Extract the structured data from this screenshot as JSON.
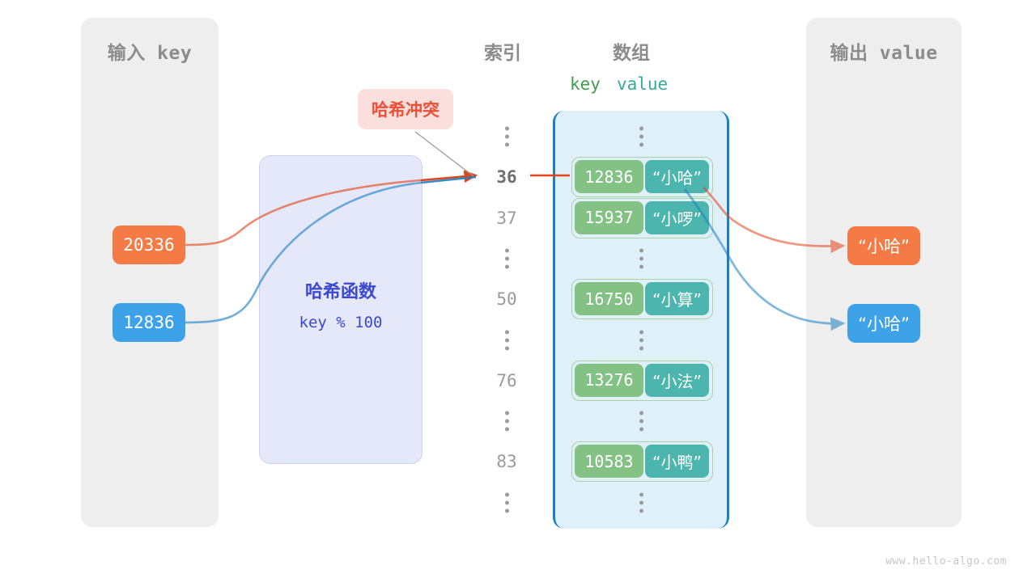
{
  "panels": {
    "input": {
      "title": "输入 key"
    },
    "output": {
      "title": "输出 value"
    }
  },
  "headings": {
    "index": "索引",
    "array": "数组",
    "key": "key",
    "value": "value"
  },
  "hash_function": {
    "title": "哈希函数",
    "formula": "key % 100"
  },
  "collision": {
    "label": "哈希冲突"
  },
  "input_keys": [
    {
      "value": "20336",
      "color": "#f47b45"
    },
    {
      "value": "12836",
      "color": "#3da2e8"
    }
  ],
  "output_values": [
    {
      "value": "“小哈”",
      "color": "#f47b45"
    },
    {
      "value": "“小哈”",
      "color": "#3da2e8"
    }
  ],
  "index_column": [
    {
      "type": "dots"
    },
    {
      "type": "index",
      "label": "36",
      "highlight": true
    },
    {
      "type": "index",
      "label": "37",
      "highlight": false
    },
    {
      "type": "dots"
    },
    {
      "type": "index",
      "label": "50",
      "highlight": false
    },
    {
      "type": "dots"
    },
    {
      "type": "index",
      "label": "76",
      "highlight": false
    },
    {
      "type": "dots"
    },
    {
      "type": "index",
      "label": "83",
      "highlight": false
    },
    {
      "type": "dots"
    }
  ],
  "buckets": [
    {
      "type": "dots"
    },
    {
      "type": "pair",
      "key": "12836",
      "value": "“小哈”",
      "index": "36"
    },
    {
      "type": "pair",
      "key": "15937",
      "value": "“小啰”",
      "index": "37"
    },
    {
      "type": "dots"
    },
    {
      "type": "pair",
      "key": "16750",
      "value": "“小算”",
      "index": "50"
    },
    {
      "type": "dots"
    },
    {
      "type": "pair",
      "key": "13276",
      "value": "“小法”",
      "index": "76"
    },
    {
      "type": "dots"
    },
    {
      "type": "pair",
      "key": "10583",
      "value": "“小鸭”",
      "index": "83"
    },
    {
      "type": "dots"
    }
  ],
  "colors": {
    "key_cell": "#84c184",
    "value_cell": "#4cb6ae",
    "array_bg": "#dff0fa",
    "array_border": "#1b7fc4",
    "hash_bg": "#e5e8f8",
    "hash_text": "#3a49cf",
    "collision_bg": "#fbdfdc",
    "collision_text": "#e8503a",
    "panel_bg": "#eeeeee",
    "orange": "#f47b45",
    "blue": "#3da2e8"
  },
  "watermark": "www.hello-algo.com"
}
